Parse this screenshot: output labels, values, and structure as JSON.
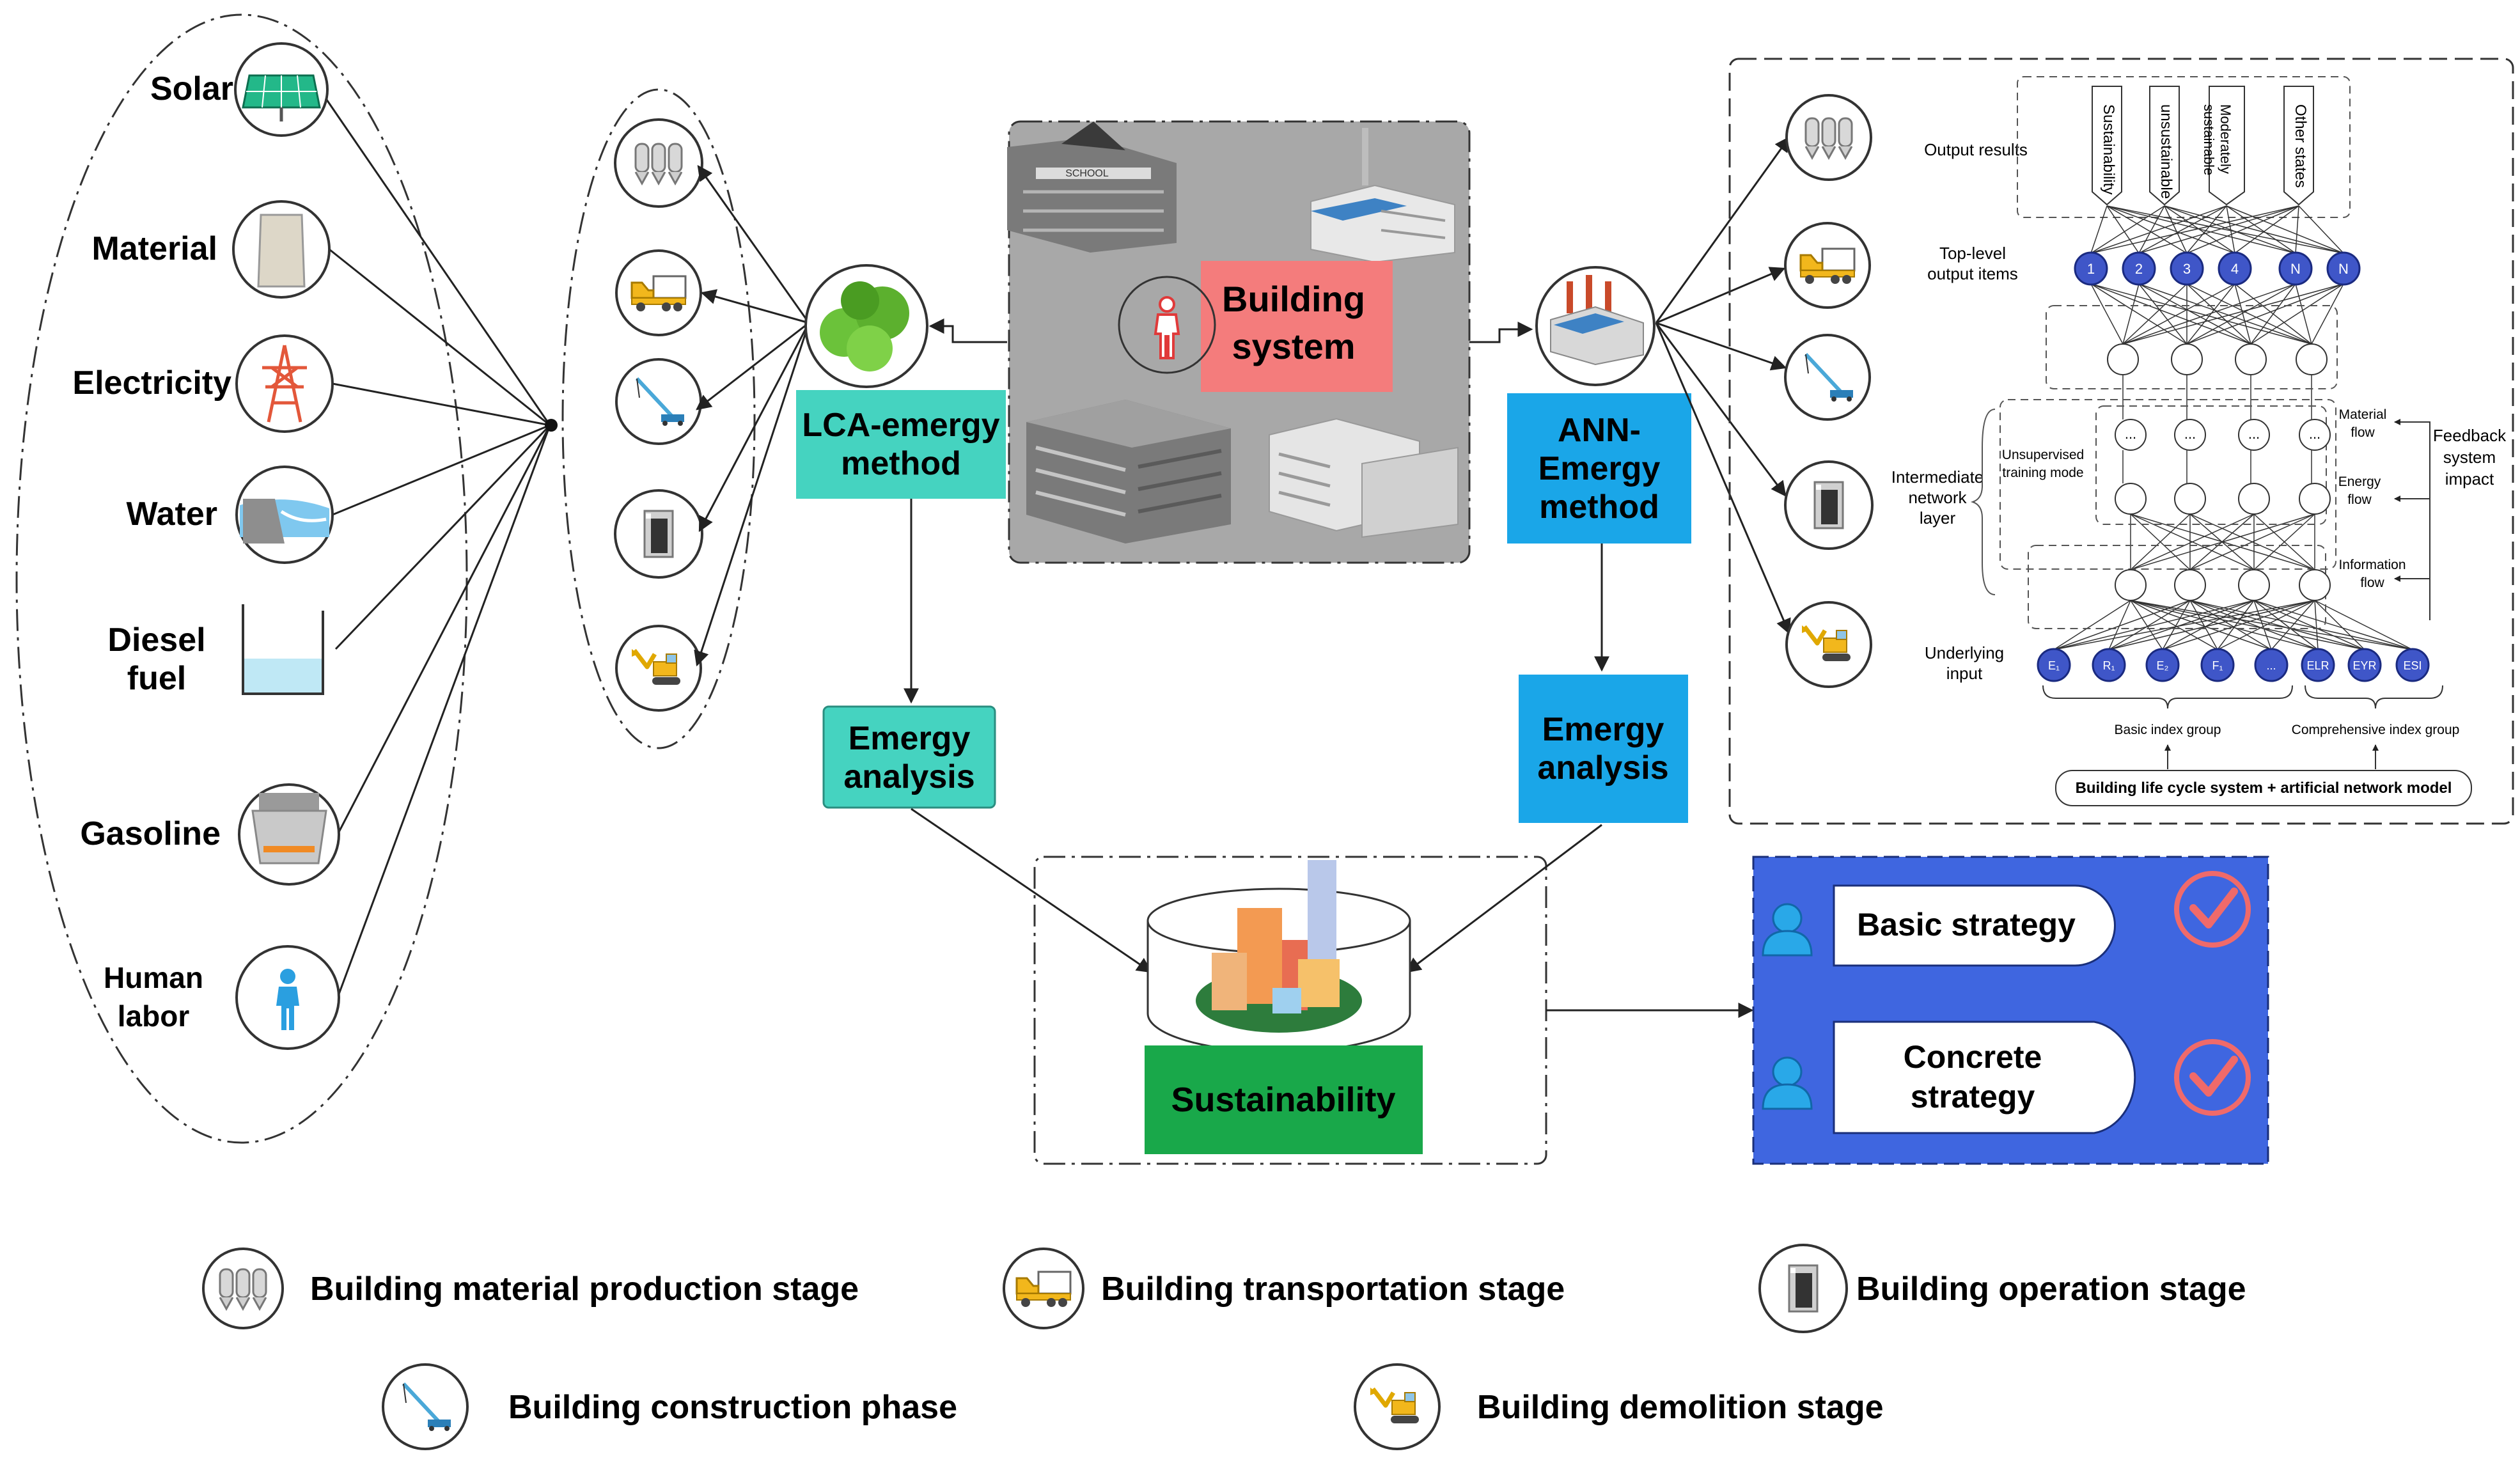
{
  "colors": {
    "lca_box": "#45d3c0",
    "ann_box": "#1aa6e8",
    "building_label_bg": "#f47c7c",
    "sustainability_bg": "#19a84a",
    "strategy_panel": "#3f66e0",
    "check": "#f06a6a",
    "node_fill": "#3f56c8"
  },
  "resources": [
    {
      "label": "Solar",
      "icon": "solar-panel-icon"
    },
    {
      "label": "Material",
      "icon": "material-sack-icon"
    },
    {
      "label": "Electricity",
      "icon": "power-tower-icon"
    },
    {
      "label": "Water",
      "icon": "water-dam-icon"
    },
    {
      "label": "Diesel\nfuel",
      "icon": "beaker-icon"
    },
    {
      "label": "Gasoline",
      "icon": "gasoline-burner-icon"
    },
    {
      "label": "Human\nlabor",
      "icon": "person-icon"
    }
  ],
  "center": {
    "building_system": "Building\nsystem",
    "lca_method": "LCA-emergy\nmethod",
    "ann_method": "ANN-\nEmergy\nmethod",
    "emergy_analysis_left": "Emergy\nanalysis",
    "emergy_analysis_right": "Emergy\nanalysis",
    "sustainability": "Sustainability",
    "school_sign": "SCHOOL"
  },
  "strategy": {
    "basic": "Basic strategy",
    "concrete": "Concrete\nstrategy"
  },
  "ann": {
    "row_labels": {
      "output_results": "Output results",
      "top_level": "Top-level\noutput items",
      "intermediate": "Intermediate\nnetwork\nlayer",
      "underlying": "Underlying\ninput"
    },
    "outputs": [
      "Sustainability",
      "unsustainable",
      "Moderately\nsustainable",
      "Other states"
    ],
    "top_nodes": [
      "1",
      "2",
      "3",
      "4",
      "N",
      "N"
    ],
    "input_nodes": [
      "E₁",
      "R₁",
      "E₂",
      "F₁",
      "...",
      "ELR",
      "EYR",
      "ESI"
    ],
    "dots": "...",
    "unsupervised": "Unsupervised\ntraining mode",
    "material_flow": "Material\nflow",
    "energy_flow": "Energy\nflow",
    "information_flow": "Information\nflow",
    "feedback": "Feedback\nsystem\nimpact",
    "basic_group": "Basic index group",
    "comprehensive_group": "Comprehensive index group",
    "model_caption": "Building life cycle system + artificial network model"
  },
  "legend": [
    {
      "label": "Building material production stage",
      "icon": "silo-icon"
    },
    {
      "label": "Building transportation stage",
      "icon": "truck-icon"
    },
    {
      "label": "Building operation stage",
      "icon": "building-icon"
    },
    {
      "label": "Building construction phase",
      "icon": "crane-icon"
    },
    {
      "label": "Building demolition stage",
      "icon": "excavator-icon"
    }
  ]
}
